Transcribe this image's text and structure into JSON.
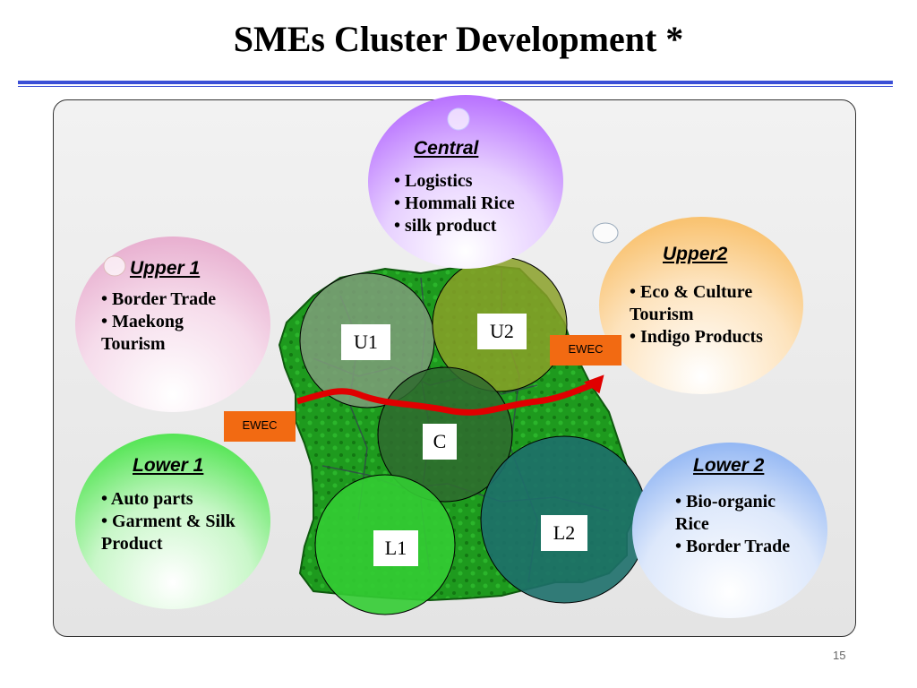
{
  "title": "SMEs Cluster Development  *",
  "page_number": "15",
  "colors": {
    "rule": "#3b4fd6",
    "central": "#a64dff",
    "upper1": "#e29cc4",
    "upper2": "#f7b24a",
    "lower1": "#22dd22",
    "lower2": "#6f9ff0",
    "map_green": "#1e9a1e",
    "ewec_label": "#f26a12",
    "ewec_arrow": "#e00000"
  },
  "bubbles": {
    "central": {
      "title": "Central",
      "items": [
        "Logistics",
        "Hommali Rice",
        "silk product"
      ]
    },
    "upper1": {
      "title": "Upper 1",
      "items": [
        "Border Trade",
        "Maekong Tourism"
      ]
    },
    "upper2": {
      "title": "Upper2",
      "items": [
        "Eco & Culture Tourism",
        "Indigo Products"
      ]
    },
    "lower1": {
      "title": "Lower 1",
      "items": [
        "Auto parts",
        "Garment & Silk Product"
      ]
    },
    "lower2": {
      "title": "Lower 2",
      "items": [
        "Bio-organic Rice",
        "Border Trade"
      ]
    }
  },
  "zones": {
    "u1": "U1",
    "u2": "U2",
    "c": "C",
    "l1": "L1",
    "l2": "L2"
  },
  "corridor": {
    "left_label": "EWEC",
    "right_label": "EWEC"
  }
}
